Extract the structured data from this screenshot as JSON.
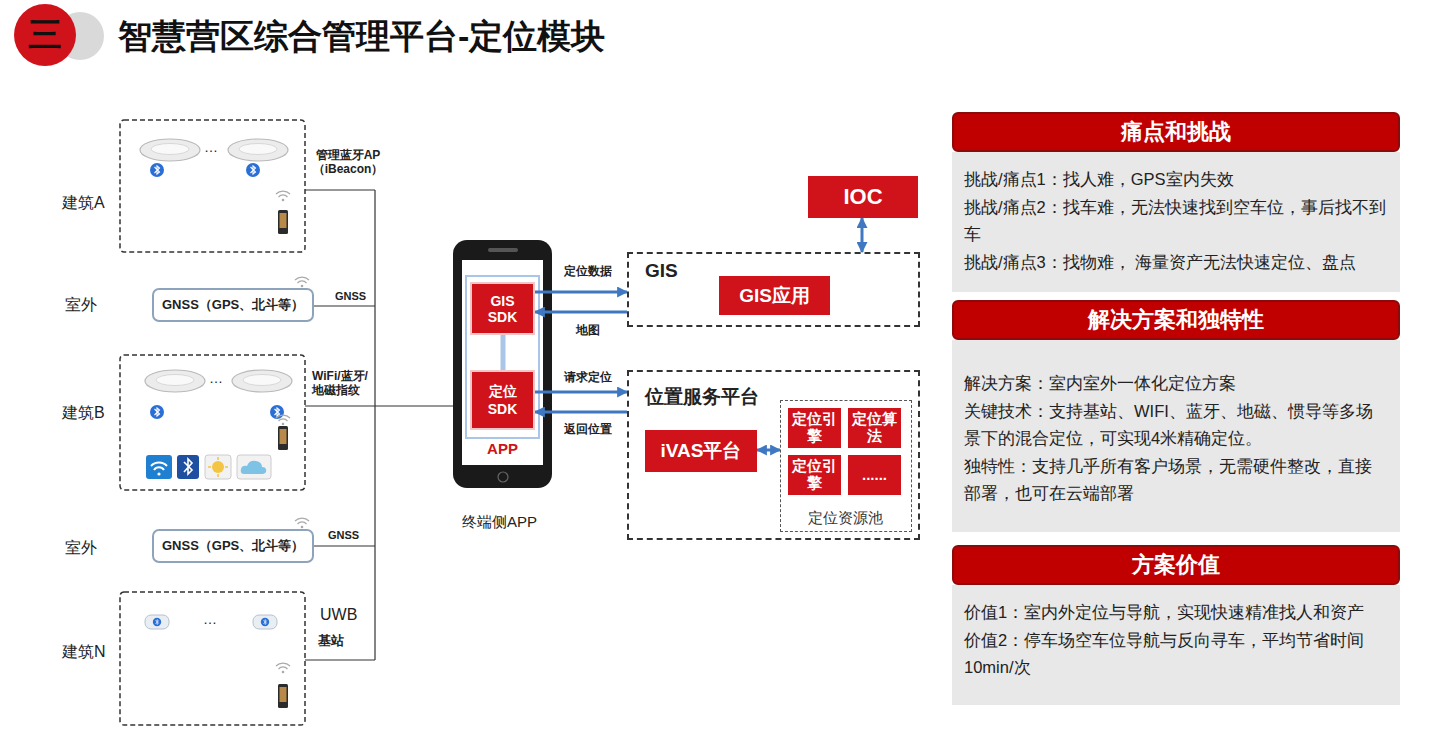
{
  "diagram": {
    "title": "智慧营区综合管理平台-定位模块",
    "nodes": [
      {
        "text": [
          "三"
        ]
      },
      {
        "text": [
          "GNSS（GPS、北斗等）"
        ]
      },
      {
        "text": [
          "GNSS（GPS、北斗等）"
        ]
      },
      {
        "text": [
          "APP"
        ]
      },
      {
        "text": [
          "GIS SDK"
        ],
        "in": 3
      },
      {
        "text": [
          "定位SDK"
        ],
        "in": 3
      },
      {
        "text": [
          "IOC"
        ]
      },
      {
        "text": [
          "GIS"
        ]
      },
      {
        "text": [
          "GIS应用"
        ],
        "in": 7
      },
      {
        "text": [
          "位置服务平台"
        ]
      },
      {
        "text": [
          "iVAS平台"
        ],
        "in": 9
      },
      {
        "text": [
          "定位资源池"
        ],
        "in": 9
      },
      {
        "text": [
          "定位引擎"
        ],
        "in": 11
      },
      {
        "text": [
          "定位算法"
        ],
        "in": 11
      },
      {
        "text": [
          "定位引擎"
        ],
        "in": 11
      },
      {
        "text": [
          "......"
        ],
        "in": 11
      },
      {
        "text": [
          "痛点和挑战"
        ]
      },
      {
        "text": [
          "挑战/痛点1：找人难，GPS室内失效",
          "挑战/痛点2：找车难，无法快速找到空车位，事后找不到车",
          "挑战/痛点3：找物难， 海量资产无法快速定位、盘点"
        ]
      },
      {
        "text": [
          "解决方案和独特性"
        ]
      },
      {
        "text": [
          "解决方案：室内室外一体化定位方案",
          "关键技术：支持基站、WIFI、蓝牙、地磁、惯导等多场景下的混合定位，可实现4米精确定位。",
          "独特性：支持几乎所有客户场景，无需硬件整改，直接部署，也可在云端部署"
        ]
      },
      {
        "text": [
          "方案价值"
        ]
      },
      {
        "text": [
          "价值1：室内外定位与导航，实现快速精准找人和资产",
          "价值2：停车场空车位导航与反向寻车，平均节省时间10min/次"
        ]
      }
    ],
    "edges": [
      {
        "from": 4,
        "to": 7,
        "label": "定位数据",
        "arrow": "to"
      },
      {
        "from": 7,
        "to": 4,
        "label": "地图",
        "arrow": "to"
      },
      {
        "from": 5,
        "to": 9,
        "label": "请求定位",
        "arrow": "to"
      },
      {
        "from": 9,
        "to": 5,
        "label": "返回位置",
        "arrow": "to"
      },
      {
        "from": 4,
        "to": 5,
        "arrow": "none"
      },
      {
        "from": 6,
        "to": 7,
        "arrow": "both"
      },
      {
        "from": 10,
        "to": 11,
        "arrow": "both"
      }
    ],
    "labels": [
      "建筑A",
      "室外",
      "建筑B",
      "室外",
      "建筑N",
      "管理蓝牙AP （iBeacon）",
      "GNSS",
      "WiFi/蓝牙/ 地磁指纹",
      "GNSS",
      "UWB",
      "基站",
      "终端侧APP",
      "…",
      "…",
      "…"
    ]
  }
}
